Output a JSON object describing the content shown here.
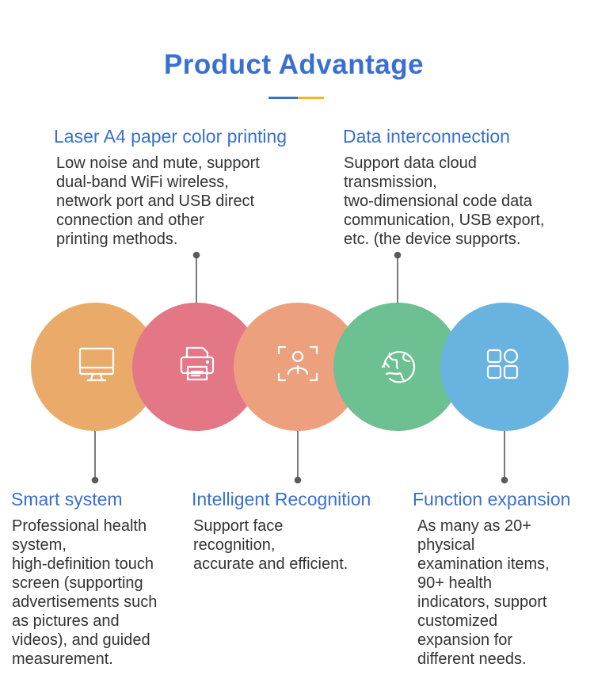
{
  "header": {
    "title": "Product Advantage",
    "accent_colors": {
      "blue": "#3a6fd2",
      "yellow": "#f5b51b"
    }
  },
  "features": {
    "laser": {
      "title": "Laser A4 paper color printing",
      "lines": [
        "Low noise and mute, support",
        "dual-band WiFi wireless,",
        "network port and USB direct",
        "connection and other",
        "printing methods."
      ]
    },
    "data": {
      "title": "Data interconnection",
      "lines": [
        "Support data cloud",
        "transmission,",
        "two-dimensional code data",
        "communication, USB export,",
        "etc. (the device supports."
      ]
    },
    "smart": {
      "title": "Smart system",
      "lines": [
        "Professional health",
        "system,",
        "high-definition touch",
        "screen (supporting",
        "advertisements such",
        "as pictures and",
        "videos), and guided",
        "measurement."
      ]
    },
    "recognition": {
      "title": "Intelligent Recognition",
      "lines": [
        "Support face",
        "recognition,",
        "accurate and efficient."
      ]
    },
    "function": {
      "title": "Function expansion",
      "lines": [
        "As many as 20+",
        "physical",
        "examination items,",
        "90+ health",
        "indicators, support",
        "customized",
        "expansion for",
        "different needs."
      ]
    }
  },
  "circles": [
    {
      "name": "smart-system",
      "icon": "monitor-icon",
      "color": "#e8a25a"
    },
    {
      "name": "printing",
      "icon": "printer-icon",
      "color": "#e0697a"
    },
    {
      "name": "recognition",
      "icon": "face-recognition-icon",
      "color": "#ec9670"
    },
    {
      "name": "data",
      "icon": "globe-sync-icon",
      "color": "#5dba86"
    },
    {
      "name": "function",
      "icon": "apps-grid-icon",
      "color": "#58abdd"
    }
  ]
}
